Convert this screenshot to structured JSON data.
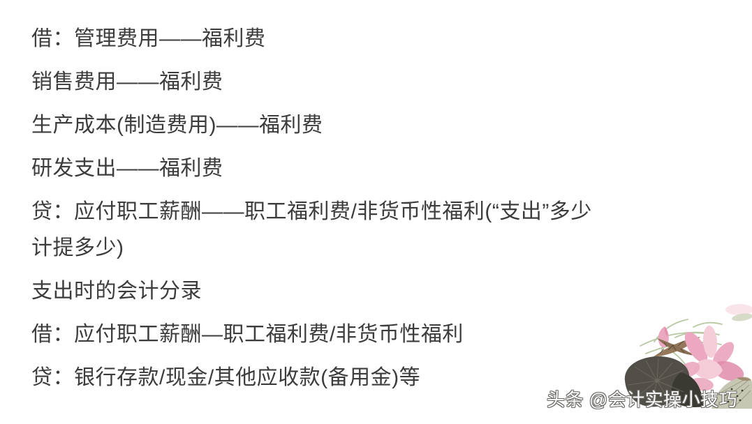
{
  "doc": {
    "background": "#ffffff",
    "text_color": "#3c3c3c",
    "paragraphs": [
      "借：管理费用——福利费",
      "销售费用——福利费",
      "生产成本(制造费用)——福利费",
      "研发支出——福利费",
      "贷：应付职工薪酬——职工福利费/非货币性福利(“支出”多少\n计提多少)",
      "支出时的会计分录",
      "借：应付职工薪酬—职工福利费/非货币性福利",
      "贷：银行存款/现金/其他应收款(备用金)等"
    ]
  },
  "watermark": {
    "text": "头条 @会计实操小技巧",
    "fill": "#ffffff",
    "outline": "#6f6d68"
  },
  "artwork": {
    "name": "lotus-ink-painting",
    "colors": {
      "leaf_dark": "#514f47",
      "leaf_darker": "#3a3932",
      "leaf_vein": "#78766a",
      "leaf_pale": "#c6c7b2",
      "petal_light": "#f4cdd9",
      "petal_mid": "#eba8c0",
      "petal_deep": "#e18ba9",
      "stem_green": "#b7c8a3",
      "twig_brown": "#96785c",
      "twig_brown2": "#8a6f54",
      "twig_dark": "#4a3a2a",
      "pale_leaf_tip": "#9b8264",
      "top_leaf": "#ccd3ba"
    }
  }
}
